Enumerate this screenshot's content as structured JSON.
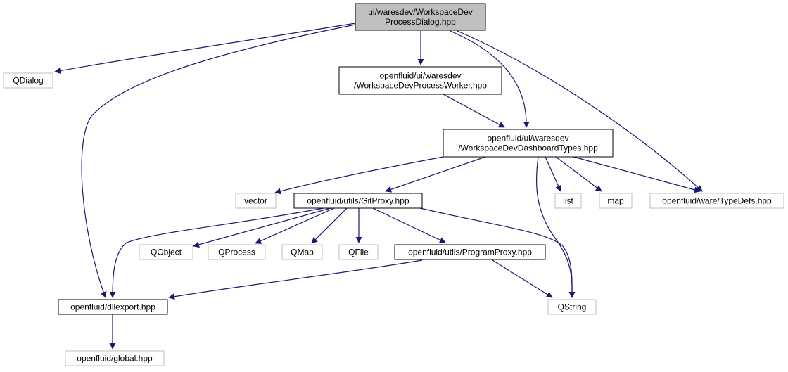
{
  "colors": {
    "edge": "#191970",
    "root_fill": "#bfbfbf",
    "root_stroke": "#000000",
    "internal_stroke": "#000000",
    "external_stroke": "#bfbfbf",
    "text": "#000000"
  },
  "nodes": [
    {
      "id": "root",
      "kind": "root",
      "lines": [
        "ui/waresdev/WorkspaceDev",
        "ProcessDialog.hpp"
      ]
    },
    {
      "id": "qdialog",
      "kind": "external",
      "lines": [
        "QDialog"
      ]
    },
    {
      "id": "worker",
      "kind": "internal",
      "lines": [
        "openfluid/ui/waresdev",
        "/WorkspaceDevProcessWorker.hpp"
      ]
    },
    {
      "id": "dashtypes",
      "kind": "internal",
      "lines": [
        "openfluid/ui/waresdev",
        "/WorkspaceDevDashboardTypes.hpp"
      ]
    },
    {
      "id": "vector",
      "kind": "external",
      "lines": [
        "vector"
      ]
    },
    {
      "id": "gitproxy",
      "kind": "internal",
      "lines": [
        "openfluid/utils/GitProxy.hpp"
      ]
    },
    {
      "id": "list",
      "kind": "external",
      "lines": [
        "list"
      ]
    },
    {
      "id": "map",
      "kind": "external",
      "lines": [
        "map"
      ]
    },
    {
      "id": "typedefs",
      "kind": "external",
      "lines": [
        "openfluid/ware/TypeDefs.hpp"
      ]
    },
    {
      "id": "qobject",
      "kind": "external",
      "lines": [
        "QObject"
      ]
    },
    {
      "id": "qprocess",
      "kind": "external",
      "lines": [
        "QProcess"
      ]
    },
    {
      "id": "qmap",
      "kind": "external",
      "lines": [
        "QMap"
      ]
    },
    {
      "id": "qfile",
      "kind": "external",
      "lines": [
        "QFile"
      ]
    },
    {
      "id": "programproxy",
      "kind": "internal",
      "lines": [
        "openfluid/utils/ProgramProxy.hpp"
      ]
    },
    {
      "id": "dllexport",
      "kind": "internal",
      "lines": [
        "openfluid/dllexport.hpp"
      ]
    },
    {
      "id": "qstring",
      "kind": "external",
      "lines": [
        "QString"
      ]
    },
    {
      "id": "global",
      "kind": "external",
      "lines": [
        "openfluid/global.hpp"
      ]
    }
  ],
  "edges": [
    {
      "from": "root",
      "to": "qdialog"
    },
    {
      "from": "root",
      "to": "worker"
    },
    {
      "from": "root",
      "to": "dashtypes"
    },
    {
      "from": "root",
      "to": "typedefs"
    },
    {
      "from": "root",
      "to": "dllexport"
    },
    {
      "from": "worker",
      "to": "dashtypes"
    },
    {
      "from": "dashtypes",
      "to": "vector"
    },
    {
      "from": "dashtypes",
      "to": "gitproxy"
    },
    {
      "from": "dashtypes",
      "to": "list"
    },
    {
      "from": "dashtypes",
      "to": "map"
    },
    {
      "from": "dashtypes",
      "to": "typedefs"
    },
    {
      "from": "dashtypes",
      "to": "qstring"
    },
    {
      "from": "gitproxy",
      "to": "qobject"
    },
    {
      "from": "gitproxy",
      "to": "qprocess"
    },
    {
      "from": "gitproxy",
      "to": "qmap"
    },
    {
      "from": "gitproxy",
      "to": "qfile"
    },
    {
      "from": "gitproxy",
      "to": "programproxy"
    },
    {
      "from": "gitproxy",
      "to": "dllexport"
    },
    {
      "from": "gitproxy",
      "to": "qstring"
    },
    {
      "from": "programproxy",
      "to": "dllexport"
    },
    {
      "from": "programproxy",
      "to": "qstring"
    },
    {
      "from": "dllexport",
      "to": "global"
    }
  ]
}
